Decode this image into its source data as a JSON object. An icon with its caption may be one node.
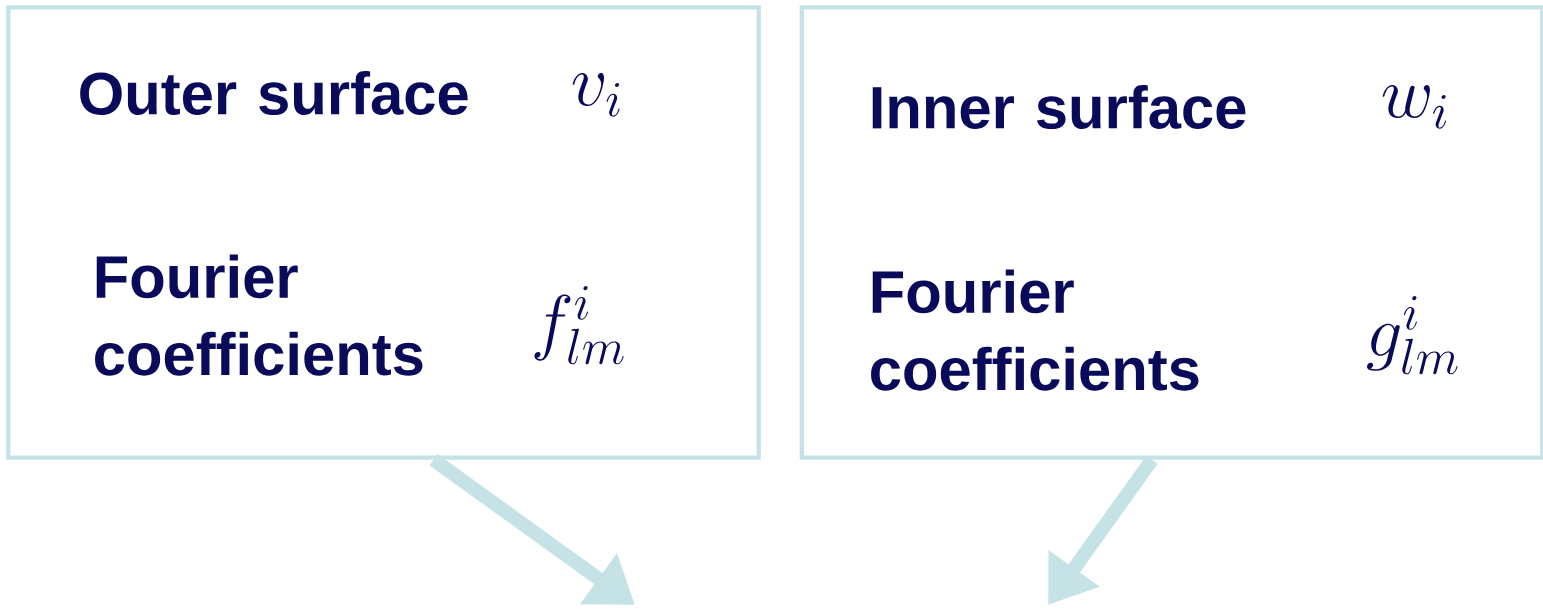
{
  "diagram": {
    "nodes": [
      {
        "text": [
          "Outer surface",
          "v_i",
          "Fourier coefficients",
          "f^i_{lm}"
        ]
      },
      {
        "text": [
          "Inner surface",
          "w_i",
          "Fourier coefficients",
          "g^i_{lm}"
        ]
      }
    ],
    "edges": [
      {
        "from": 0,
        "to": null,
        "arrow": "to"
      },
      {
        "from": 1,
        "to": null,
        "arrow": "to"
      }
    ]
  }
}
